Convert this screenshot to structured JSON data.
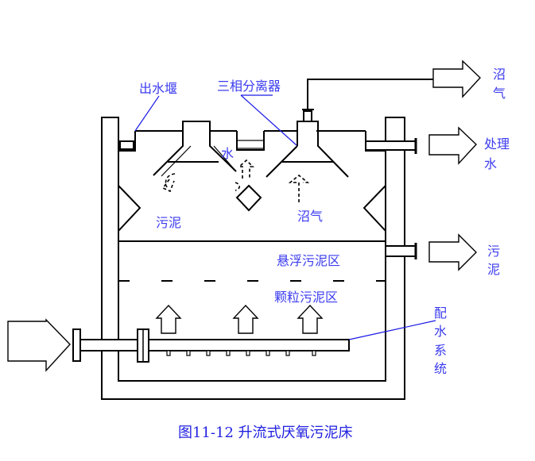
{
  "figure": {
    "caption": "图11-12 升流式厌氧污泥床",
    "title": "升流式厌氧污泥床"
  },
  "labels": {
    "outlet_weir": "出水堰",
    "three_phase_separator": "三相分离器",
    "water": "水",
    "sludge": "污泥",
    "biogas_inside": "沼气",
    "suspended_sludge_zone": "悬浮污泥区",
    "granular_sludge_zone": "颗粒污泥区"
  },
  "outputs": [
    {
      "id": "biogas",
      "lines": [
        "沼",
        "气"
      ]
    },
    {
      "id": "treated-water",
      "lines": [
        "处理",
        "水"
      ]
    },
    {
      "id": "sludge",
      "lines": [
        "污",
        "泥"
      ]
    }
  ],
  "distribution_system": {
    "lines": [
      "配",
      "水",
      "系",
      "统"
    ]
  },
  "colors": {
    "label": "#3b3bf0",
    "leader_line": "#1a1ae6",
    "line": "#000000"
  }
}
